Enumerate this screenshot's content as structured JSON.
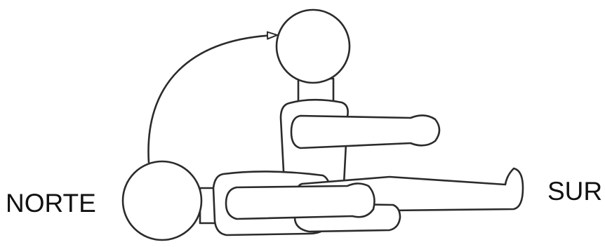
{
  "labels": {
    "north": "NORTE",
    "south": "SUR"
  },
  "colors": {
    "stroke": "#2b2b2b",
    "fill": "#ffffff",
    "text": "#111111"
  },
  "diagram": {
    "description_elements": [
      "lying-figure",
      "sitting-figure",
      "rotation-arrow"
    ]
  }
}
